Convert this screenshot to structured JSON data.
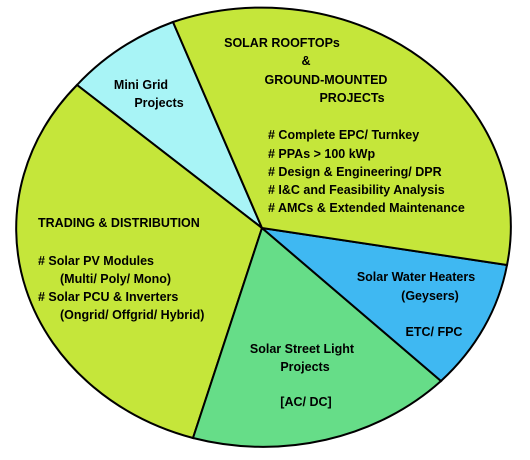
{
  "colors": {
    "lime": "#c5e63a",
    "light_cyan": "#a8f4f6",
    "sky_blue": "#3fb8f2",
    "mint_green": "#66dd88",
    "outline": "#000000"
  },
  "segments": [
    {
      "id": "rooftops",
      "color_key": "lime",
      "title_lines": [
        "SOLAR ROOFTOPs",
        "&",
        "GROUND-MOUNTED",
        "PROJECTs"
      ],
      "bullets": [
        "# Complete EPC/ Turnkey",
        "# PPAs > 100 kWp",
        "# Design & Engineering/ DPR",
        "# I&C and Feasibility Analysis",
        "# AMCs & Extended Maintenance"
      ]
    },
    {
      "id": "water-heaters",
      "color_key": "sky_blue",
      "title_lines": [
        "Solar Water Heaters",
        "(Geysers)"
      ],
      "note": "ETC/ FPC"
    },
    {
      "id": "street-light",
      "color_key": "mint_green",
      "title_lines": [
        "Solar Street Light",
        "Projects"
      ],
      "note": "[AC/ DC]"
    },
    {
      "id": "trading",
      "color_key": "lime",
      "title_lines": [
        "TRADING & DISTRIBUTION"
      ],
      "bullets": [
        "# Solar PV Modules",
        "(Multi/ Poly/ Mono)",
        "# Solar PCU & Inverters",
        "(Ongrid/ Offgrid/ Hybrid)"
      ]
    },
    {
      "id": "mini-grid",
      "color_key": "light_cyan",
      "title_lines": [
        "Mini Grid",
        "Projects"
      ]
    }
  ]
}
